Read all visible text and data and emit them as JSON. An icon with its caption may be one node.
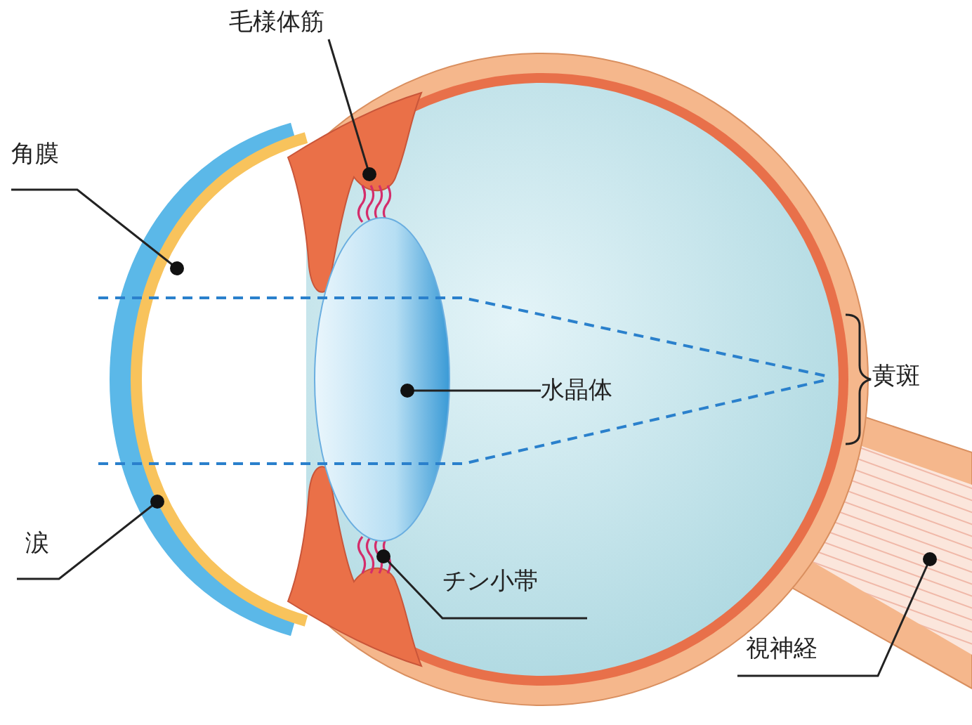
{
  "diagram": {
    "nodes": [
      {
        "text": [
          "毛様体筋"
        ]
      },
      {
        "text": [
          "角膜"
        ]
      },
      {
        "text": [
          "水晶体"
        ]
      },
      {
        "text": [
          "涙"
        ]
      },
      {
        "text": [
          "チン小帯"
        ]
      },
      {
        "text": [
          "視神経"
        ]
      }
    ],
    "edges": [
      {
        "from": 0,
        "to": null,
        "arrow": "other"
      },
      {
        "from": 1,
        "to": null,
        "arrow": "other"
      },
      {
        "from": 2,
        "to": null,
        "arrow": "other"
      },
      {
        "from": 3,
        "to": null,
        "arrow": "other"
      },
      {
        "from": 4,
        "to": null,
        "arrow": "other"
      },
      {
        "from": 5,
        "to": null,
        "arrow": "other"
      }
    ],
    "labels": [
      "黄斑"
    ]
  }
}
